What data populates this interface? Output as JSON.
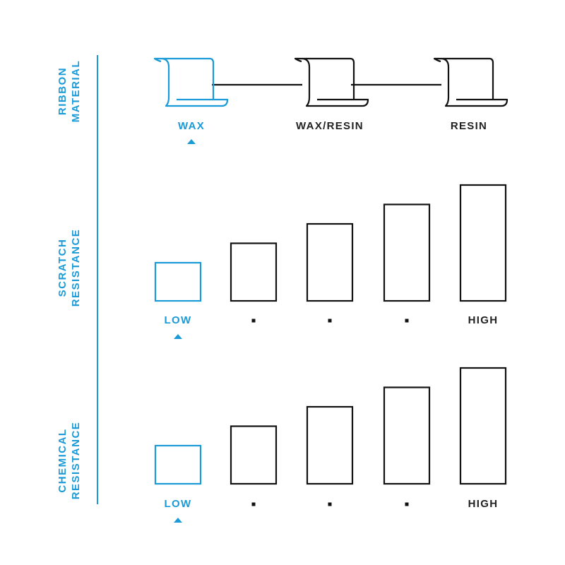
{
  "accent_color": "#1a9ad6",
  "ink_color": "#111111",
  "rows": {
    "ribbon": {
      "title_lines": [
        "RIBBON",
        "MATERIAL"
      ],
      "options": [
        "WAX",
        "WAX/RESIN",
        "RESIN"
      ],
      "selected_index": 0,
      "icon": "ribbon-roll-icon"
    },
    "scratch": {
      "title_lines": [
        "SCRATCH",
        "RESISTANCE"
      ],
      "scale_labels": [
        "LOW",
        "",
        "",
        "",
        "HIGH"
      ],
      "levels": [
        1,
        2,
        3,
        4,
        5
      ],
      "selected_index": 0
    },
    "chemical": {
      "title_lines": [
        "CHEMICAL",
        "RESISTANCE"
      ],
      "scale_labels": [
        "LOW",
        "",
        "",
        "",
        "HIGH"
      ],
      "levels": [
        1,
        2,
        3,
        4,
        5
      ],
      "selected_index": 0
    }
  }
}
